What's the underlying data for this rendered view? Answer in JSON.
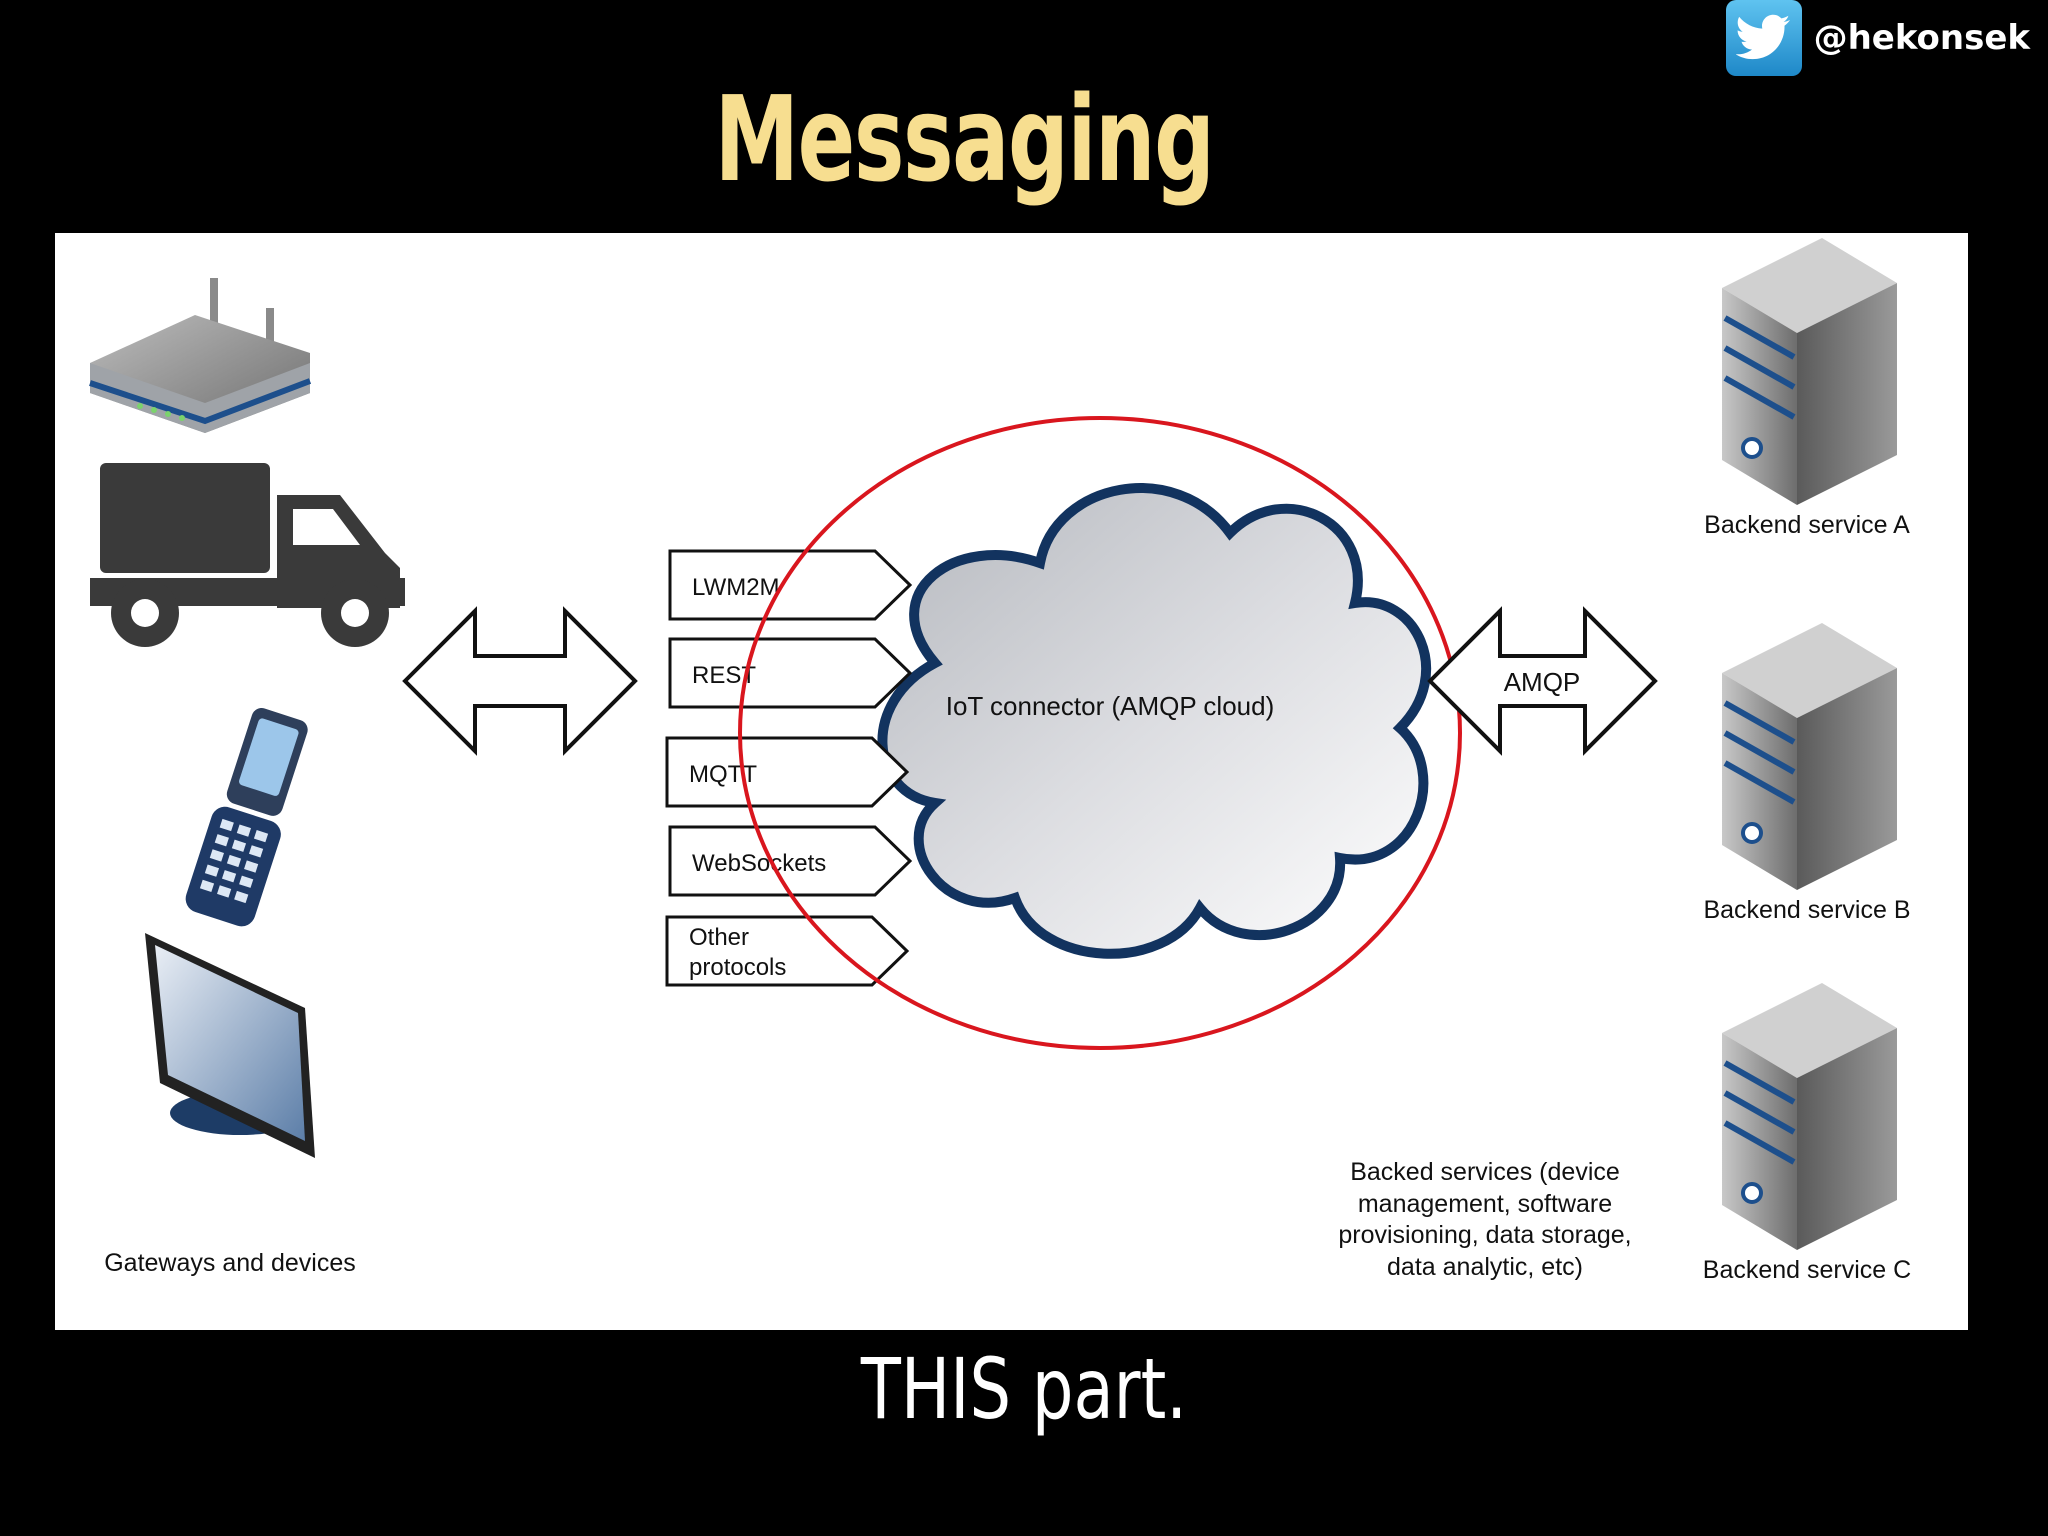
{
  "slide": {
    "title": "Messaging",
    "caption": "THIS part.",
    "handle": "@hekonsek"
  },
  "colors": {
    "background": "#000000",
    "title": "#f7de90",
    "caption": "#ffffff",
    "highlight_ellipse": "#d9161e",
    "cloud_border": "#12335f",
    "device_blue": "#1d4f8c"
  },
  "icons": [
    "twitter-icon",
    "router-icon",
    "truck-icon",
    "phone-icon",
    "monitor-icon",
    "cloud-icon",
    "server-icon"
  ],
  "diagram": {
    "devices_label": "Gateways and devices",
    "cloud_label": "IoT connector (AMQP cloud)",
    "protocols": [
      {
        "line1": "LWM2M",
        "line2": ""
      },
      {
        "line1": "REST",
        "line2": ""
      },
      {
        "line1": "MQTT",
        "line2": ""
      },
      {
        "line1": "WebSockets",
        "line2": ""
      },
      {
        "line1": "Other",
        "line2": "protocols"
      }
    ],
    "amqp_label": "AMQP",
    "backends": [
      "Backend service A",
      "Backend service B",
      "Backend service C"
    ],
    "backend_note": [
      "Backed services (device",
      "management, software",
      "provisioning, data storage,",
      "data analytic, etc)"
    ]
  }
}
